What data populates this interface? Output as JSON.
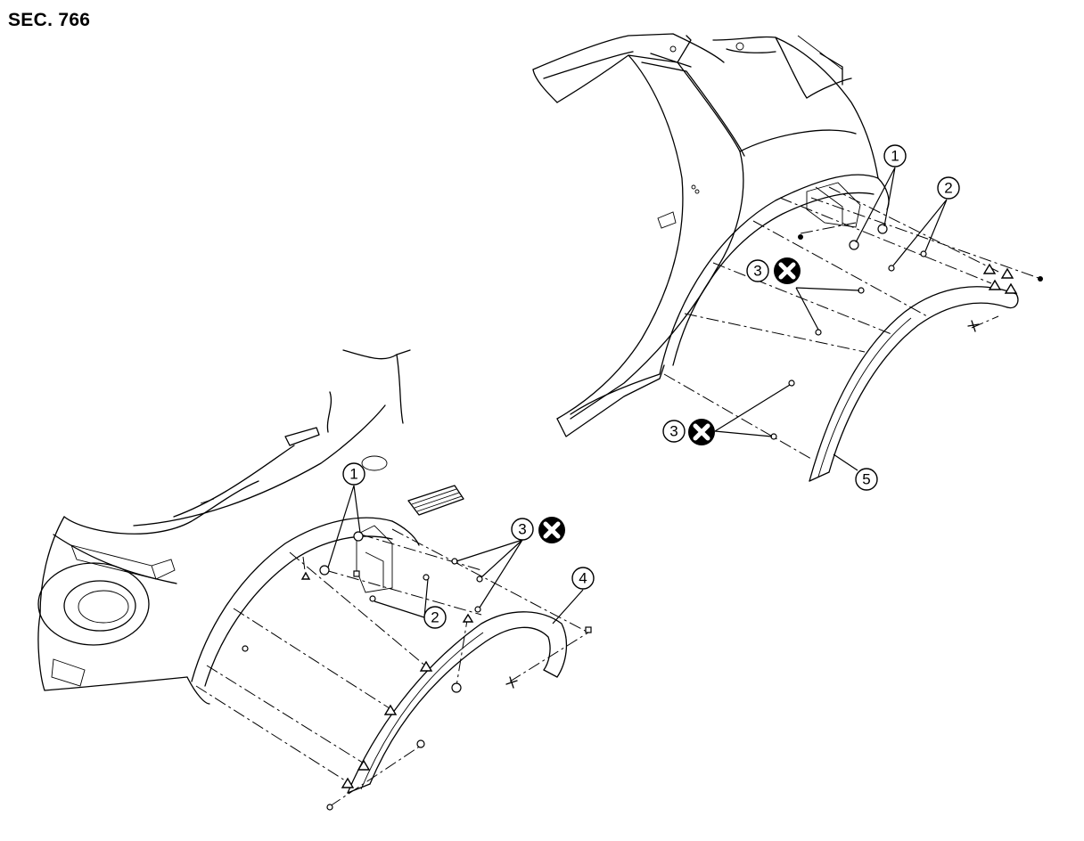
{
  "title": "SEC. 766",
  "callouts": {
    "c1a": "1",
    "c3a": "3",
    "c2a": "2",
    "c4": "4",
    "c1b": "1",
    "c2b": "2",
    "c3b": "3",
    "c3c": "3",
    "c5": "5"
  },
  "icons": {
    "no_reuse": "do-not-reuse-icon"
  },
  "colors": {
    "line": "#000000",
    "background": "#ffffff"
  }
}
